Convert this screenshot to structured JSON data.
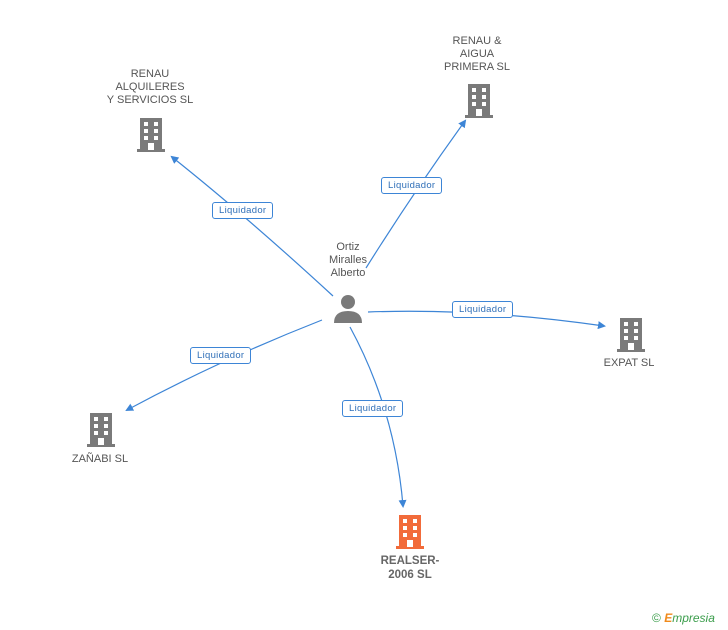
{
  "center_person": {
    "name": "Ortiz\nMiralles\nAlberto",
    "icon": "person-icon"
  },
  "companies": [
    {
      "id": "renau-alquileres",
      "name": "RENAU\nALQUILERES\nY SERVICIOS SL",
      "icon": "building-icon",
      "highlight": false
    },
    {
      "id": "renau-aigua",
      "name": "RENAU &\nAIGUA\nPRIMERA SL",
      "icon": "building-icon",
      "highlight": false
    },
    {
      "id": "expat",
      "name": "EXPAT SL",
      "icon": "building-icon",
      "highlight": false
    },
    {
      "id": "zanabi",
      "name": "ZAÑABI SL",
      "icon": "building-icon",
      "highlight": false
    },
    {
      "id": "realser",
      "name": "REALSER-\n2006 SL",
      "icon": "building-icon",
      "highlight": true
    }
  ],
  "relations": [
    {
      "to": "renau-alquileres",
      "label": "Liquidador"
    },
    {
      "to": "renau-aigua",
      "label": "Liquidador"
    },
    {
      "to": "expat",
      "label": "Liquidador"
    },
    {
      "to": "zanabi",
      "label": "Liquidador"
    },
    {
      "to": "realser",
      "label": "Liquidador"
    }
  ],
  "colors": {
    "edge": "#3d85d6",
    "building": "#7a7a7a",
    "building_highlight": "#f26b3a",
    "person": "#7a7a7a"
  },
  "footer": {
    "copyright_symbol": "©",
    "brand_initial": "E",
    "brand_rest": "mpresia"
  }
}
